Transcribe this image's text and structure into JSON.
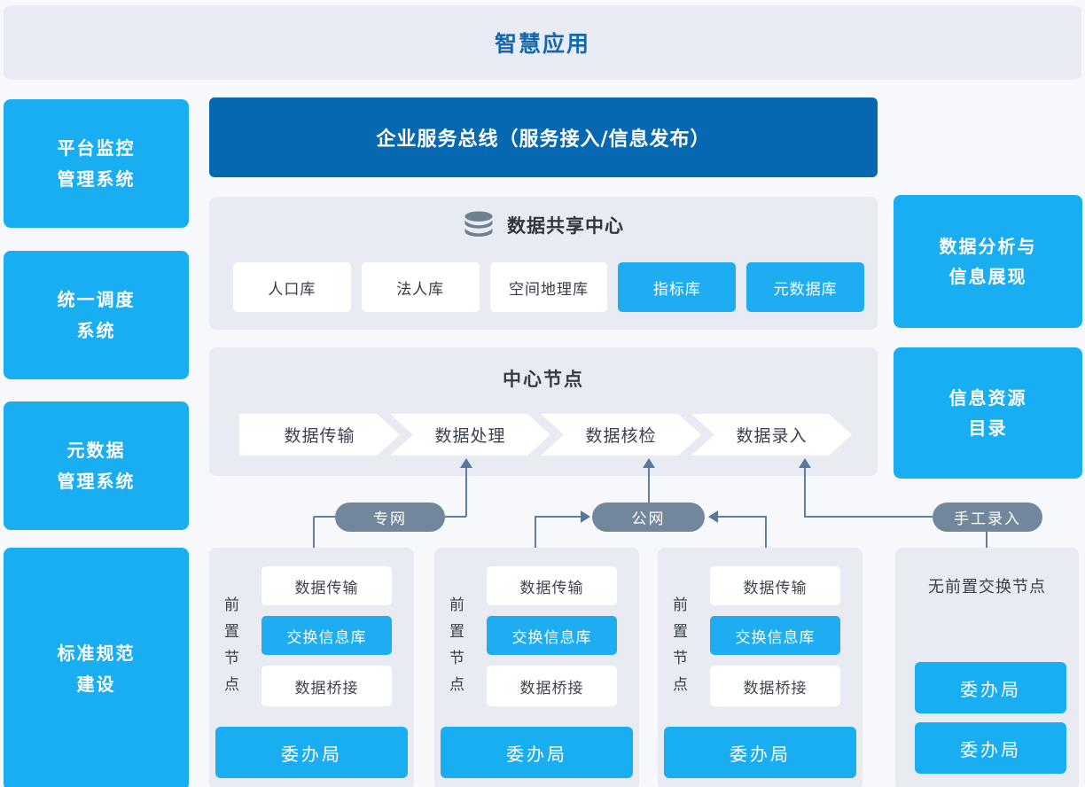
{
  "top_banner": {
    "title": "智慧应用"
  },
  "sidebar": {
    "items": [
      {
        "lines": [
          "平台监控",
          "管理系统"
        ]
      },
      {
        "lines": [
          "统一调度",
          "系统"
        ]
      },
      {
        "lines": [
          "元数据",
          "管理系统"
        ]
      },
      {
        "lines": [
          "标准规范",
          "建设"
        ]
      }
    ]
  },
  "esb": {
    "label": "企业服务总线（服务接入/信息发布）"
  },
  "data_center": {
    "title": "数据共享中心",
    "icon": "database-icon",
    "databases": [
      {
        "label": "人口库",
        "variant": "white"
      },
      {
        "label": "法人库",
        "variant": "white"
      },
      {
        "label": "空间地理库",
        "variant": "white"
      },
      {
        "label": "指标库",
        "variant": "blue"
      },
      {
        "label": "元数据库",
        "variant": "blue"
      }
    ]
  },
  "center_node": {
    "title": "中心节点",
    "steps": [
      {
        "label": "数据传输"
      },
      {
        "label": "数据处理"
      },
      {
        "label": "数据核检"
      },
      {
        "label": "数据录入"
      }
    ]
  },
  "right_panels": [
    {
      "lines": [
        "数据分析与",
        "信息展现"
      ]
    },
    {
      "lines": [
        "信息资源",
        "目录"
      ]
    }
  ],
  "networks": {
    "private": "专网",
    "public": "公网",
    "manual": "手工录入"
  },
  "front_nodes": {
    "side_label": "前置节点",
    "nodes": [
      {
        "modules": [
          {
            "label": "数据传输",
            "variant": "white"
          },
          {
            "label": "交换信息库",
            "variant": "blue"
          },
          {
            "label": "数据桥接",
            "variant": "white"
          }
        ],
        "agency": "委办局"
      },
      {
        "modules": [
          {
            "label": "数据传输",
            "variant": "white"
          },
          {
            "label": "交换信息库",
            "variant": "blue"
          },
          {
            "label": "数据桥接",
            "variant": "white"
          }
        ],
        "agency": "委办局"
      },
      {
        "modules": [
          {
            "label": "数据传输",
            "variant": "white"
          },
          {
            "label": "交换信息库",
            "variant": "blue"
          },
          {
            "label": "数据桥接",
            "variant": "white"
          }
        ],
        "agency": "委办局"
      }
    ]
  },
  "no_front_node": {
    "title": "无前置交换节点",
    "agencies": [
      {
        "label": "委办局"
      },
      {
        "label": "委办局"
      }
    ]
  },
  "colors": {
    "accent_blue": "#19adf2",
    "dark_blue": "#0768b2",
    "title_blue": "#1568ae",
    "panel_gray": "#e9ebf2",
    "banner_gray": "#e9ecf4",
    "pill_gray": "#73879c",
    "line_slate": "#5e7f9f"
  }
}
